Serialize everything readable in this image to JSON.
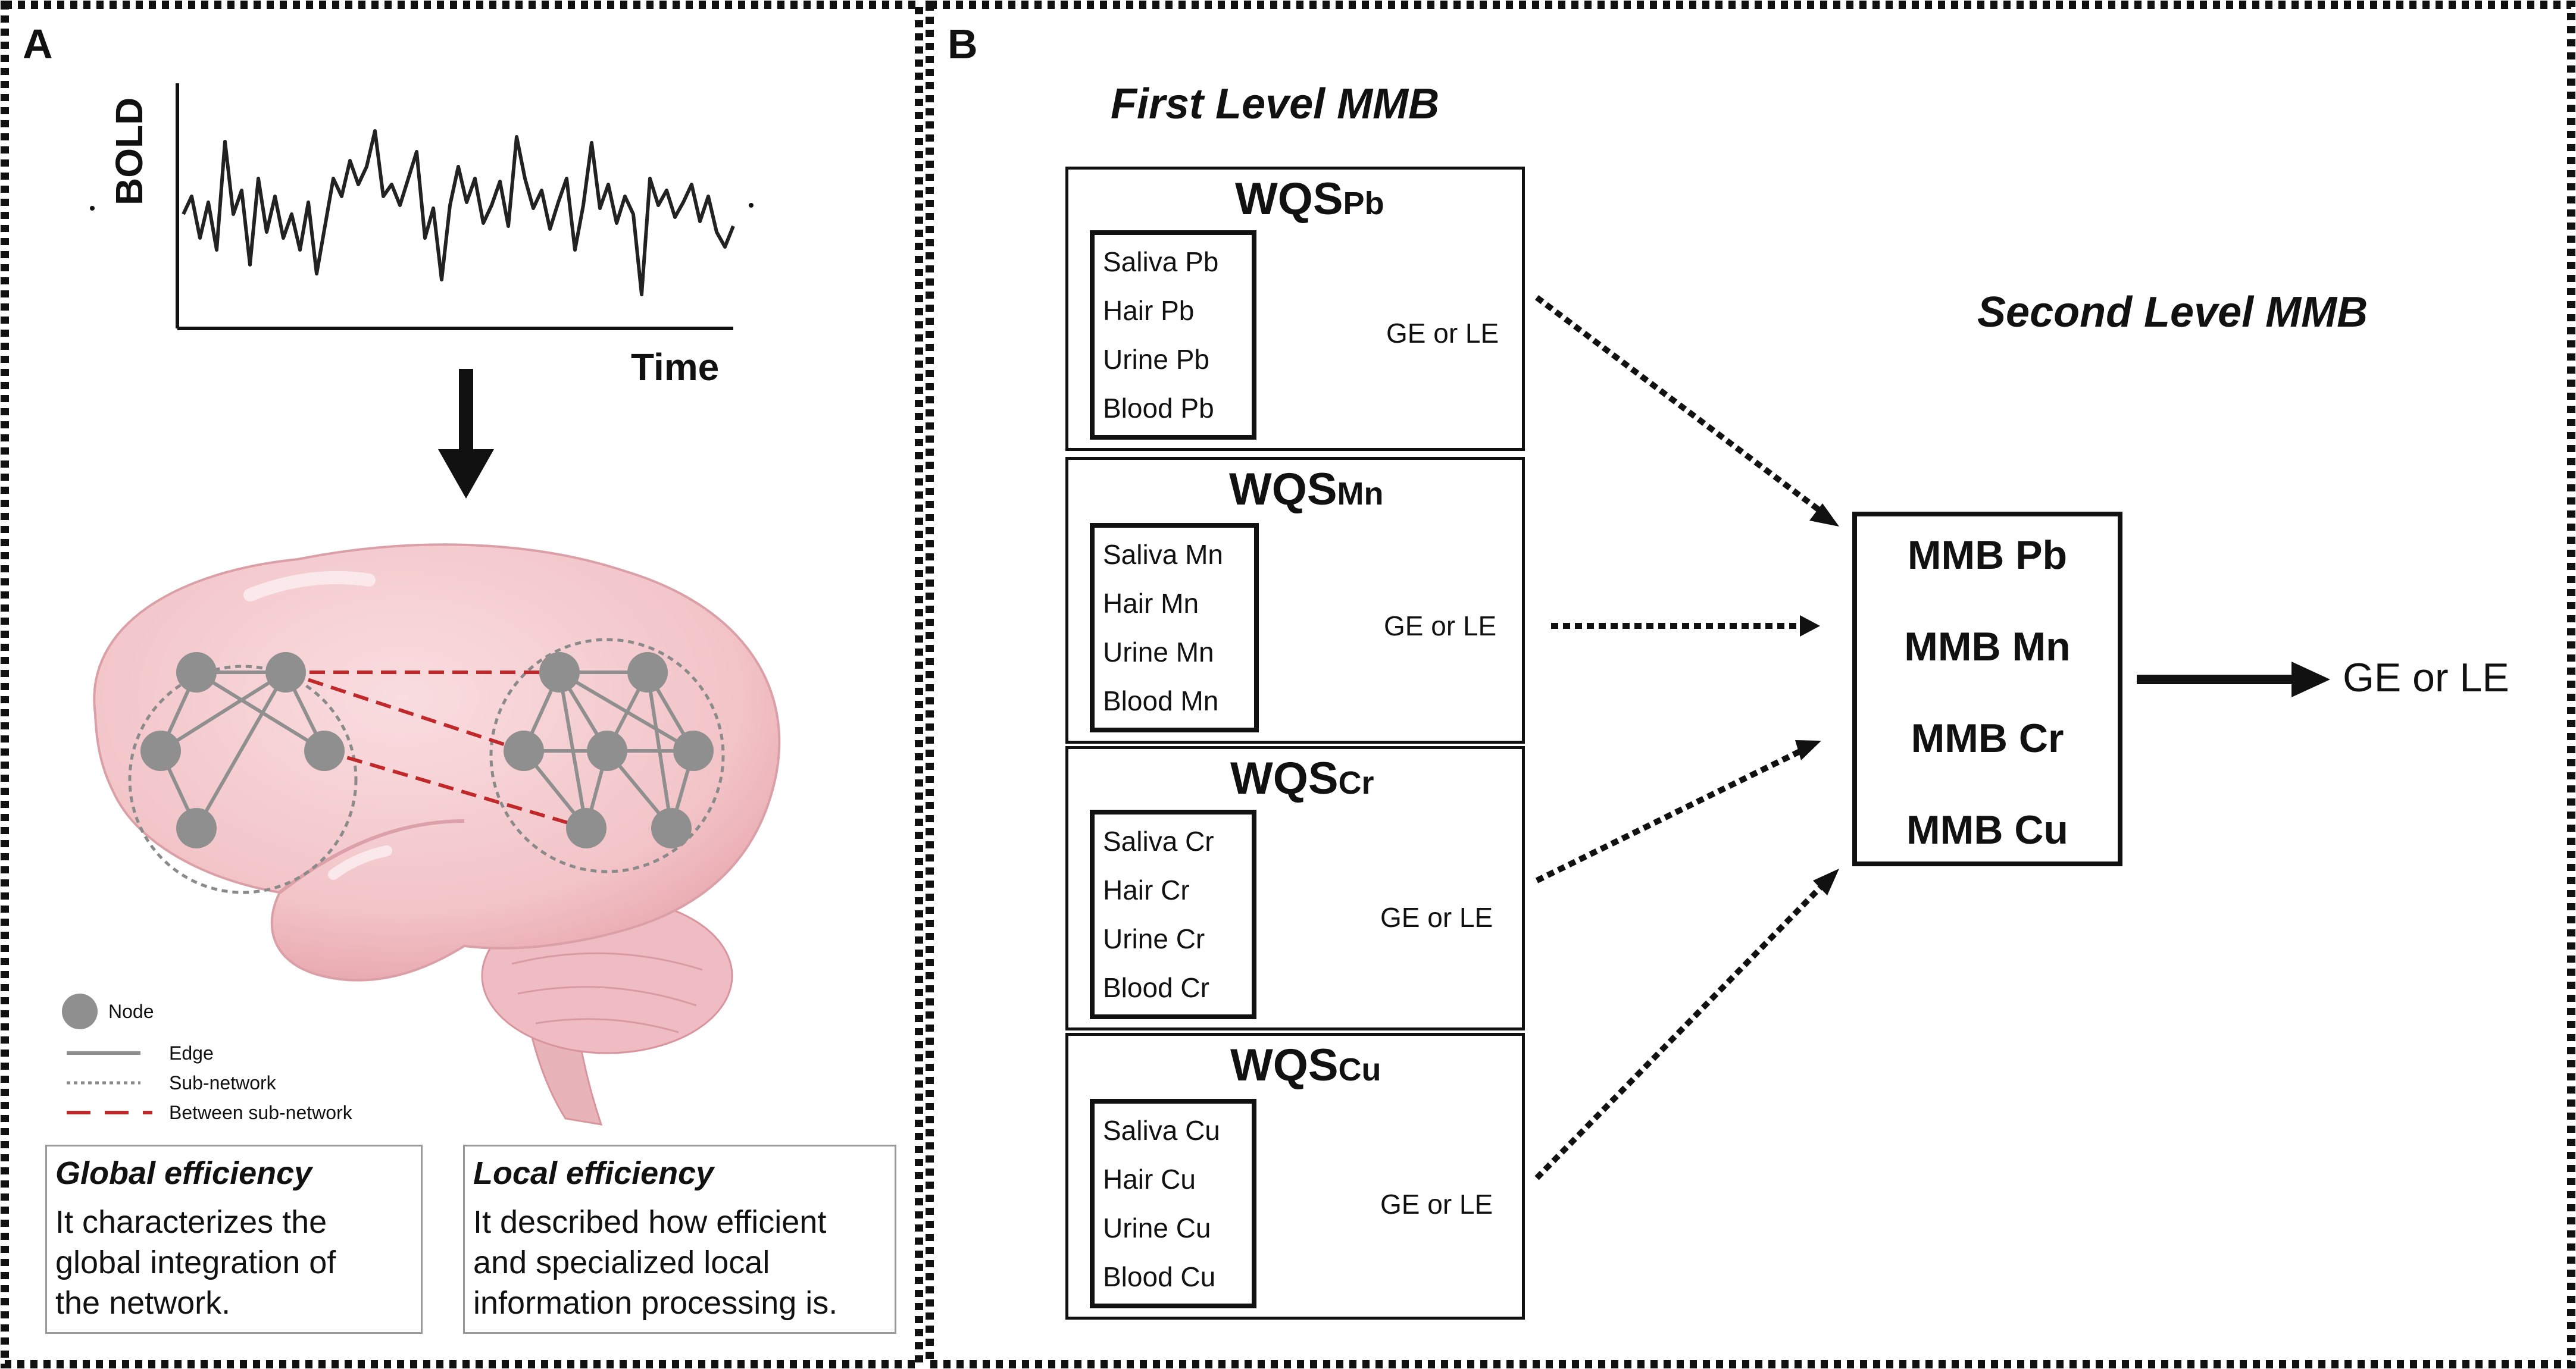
{
  "panel_a": {
    "letter": "A",
    "ylabel": "BOLD",
    "xlabel": "Time",
    "legend": {
      "node": "Node",
      "edge": "Edge",
      "subnetwork": "Sub-network",
      "between": "Between sub-network"
    },
    "global_efficiency": {
      "title": "Global efficiency",
      "lines": [
        "It characterizes the",
        "global integration of",
        "the network."
      ]
    },
    "local_efficiency": {
      "title": "Local efficiency",
      "lines": [
        "It described how efficient",
        "and specialized local",
        "information processing is."
      ]
    },
    "colors": {
      "brain": "#f2c4c8",
      "node": "#8f8f8f",
      "between_edge": "#c0282a"
    }
  },
  "panel_b": {
    "letter": "B",
    "first_level_title": "First Level MMB",
    "second_level_title": "Second Level MMB",
    "wqs": [
      {
        "prefix": "WQS",
        "sub": "Pb",
        "items": [
          "Saliva Pb",
          "Hair Pb",
          "Urine Pb",
          "Blood Pb"
        ],
        "outcome": "GE or LE"
      },
      {
        "prefix": "WQS",
        "sub": "Mn",
        "items": [
          "Saliva Mn",
          "Hair Mn",
          "Urine Mn",
          "Blood Mn"
        ],
        "outcome": "GE or LE"
      },
      {
        "prefix": "WQS",
        "sub": "Cr",
        "items": [
          "Saliva Cr",
          "Hair Cr",
          "Urine Cr",
          "Blood Cr"
        ],
        "outcome": "GE or LE"
      },
      {
        "prefix": "WQS",
        "sub": "Cu",
        "items": [
          "Saliva Cu",
          "Hair Cu",
          "Urine Cu",
          "Blood Cu"
        ],
        "outcome": "GE or LE"
      }
    ],
    "mmb_items": [
      "MMB Pb",
      "MMB Mn",
      "MMB Cr",
      "MMB Cu"
    ],
    "final_outcome": "GE or LE"
  }
}
